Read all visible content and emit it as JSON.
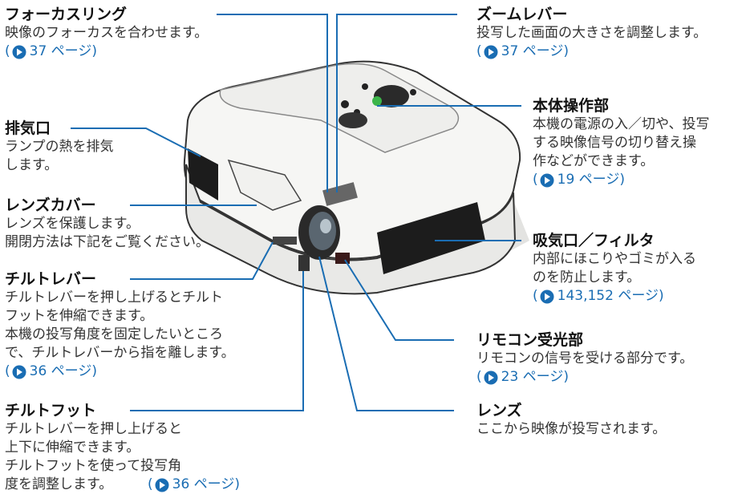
{
  "colors": {
    "leader": "#1a6db3",
    "body": "#f4f4f2",
    "outline": "#333333",
    "reference": "#1a6db3"
  },
  "callouts": {
    "focus_ring": {
      "title": "フォーカスリング",
      "desc": "映像のフォーカスを合わせます。",
      "ref": "37 ページ)",
      "ref_open": "("
    },
    "exhaust": {
      "title": "排気口",
      "desc": "ランプの熱を排気\nします。"
    },
    "lens_cover": {
      "title": "レンズカバー",
      "desc": "レンズを保護します。\n開閉方法は下記をご覧ください。"
    },
    "tilt_lever": {
      "title": "チルトレバー",
      "desc": "チルトレバーを押し上げるとチルト\nフットを伸縮できます。\n本機の投写角度を固定したいところ\nで、チルトレバーから指を離します。",
      "ref": "36 ページ)",
      "ref_open": "("
    },
    "tilt_foot": {
      "title": "チルトフット",
      "desc": "チルトレバーを押し上げると\n上下に伸縮できます。\nチルトフットを使って投写角\n度を調整します。",
      "ref": "36 ページ)",
      "ref_open": "("
    },
    "zoom_lever": {
      "title": "ズームレバー",
      "desc": "投写した画面の大きさを調整します。",
      "ref": "37 ページ)",
      "ref_open": "("
    },
    "control_panel": {
      "title": "本体操作部",
      "desc": "本機の電源の入／切や、投写\nする映像信号の切り替え操\n作などができます。",
      "ref": "19 ページ)",
      "ref_open": "("
    },
    "intake": {
      "title": "吸気口／フィルタ",
      "desc": "内部にほこりやゴミが入る\nのを防止します。",
      "ref": "143,152 ページ)",
      "ref_open": "("
    },
    "remote_sensor": {
      "title": "リモコン受光部",
      "desc": "リモコンの信号を受ける部分です。",
      "ref": "23 ページ)",
      "ref_open": "("
    },
    "lens": {
      "title": "レンズ",
      "desc": "ここから映像が投写されます。"
    }
  }
}
